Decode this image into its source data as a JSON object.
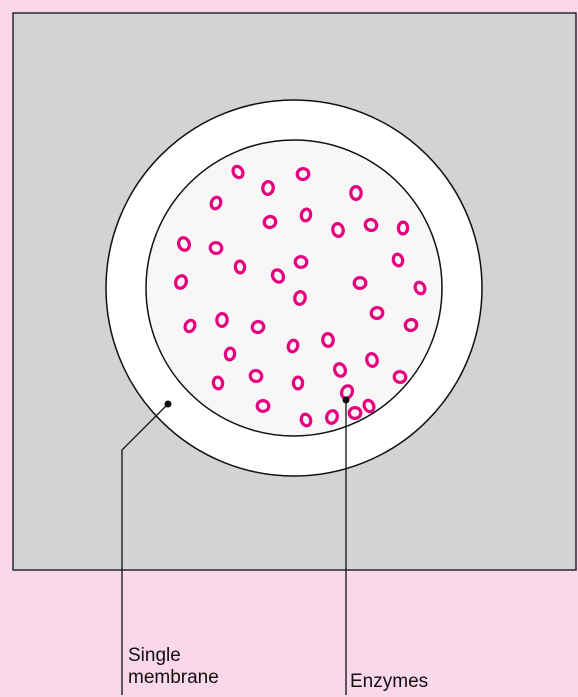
{
  "colors": {
    "background": "#fad8e8",
    "panel": "#d1d3d4",
    "membrane_ring": "#ffffff",
    "interior": "#f7f7f8",
    "outline": "#111111",
    "enzyme": "#e6007e"
  },
  "labels": {
    "membrane_line1": "Single",
    "membrane_line2": "membrane",
    "enzymes": "Enzymes"
  }
}
